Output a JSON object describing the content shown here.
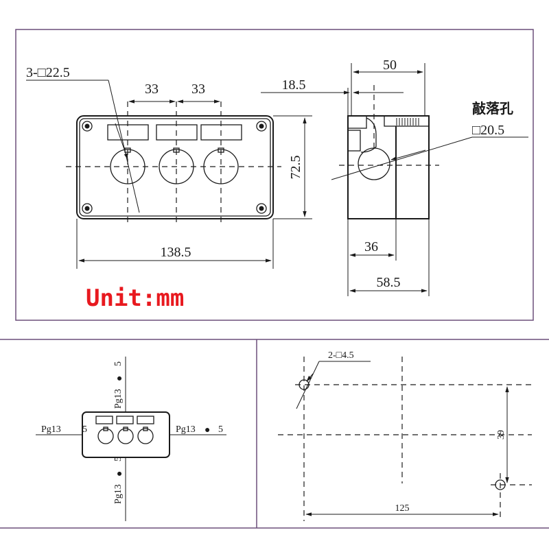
{
  "colors": {
    "frame": "#6b4f7a",
    "line": "#1a1a1a",
    "unit_label": "#e8191f"
  },
  "top_panel": {
    "front_view": {
      "hole_spec": "3-□22.5",
      "spacing_left": "33",
      "spacing_right": "33",
      "height": "72.5",
      "width": "138.5",
      "button_count": 3
    },
    "side_view": {
      "top_width": "50",
      "offset": "18.5",
      "knockout_label": "敲落孔",
      "knockout_size": "□20.5",
      "inner_depth": "36",
      "depth": "58.5"
    },
    "unit_label": "Unit:mm"
  },
  "bottom_left_panel": {
    "top_port": {
      "thread": "Pg13",
      "marker": "●",
      "count": "5"
    },
    "bottom_port": {
      "thread": "Pg13",
      "marker": "●",
      "count": "5"
    },
    "left_port": {
      "thread": "Pg13",
      "count": "5"
    },
    "right_port": {
      "thread": "Pg13",
      "marker": "●",
      "count": "5"
    }
  },
  "bottom_right_panel": {
    "mount_holes": "2-□4.5",
    "horizontal_spacing": "125",
    "vertical_spacing": "39"
  }
}
